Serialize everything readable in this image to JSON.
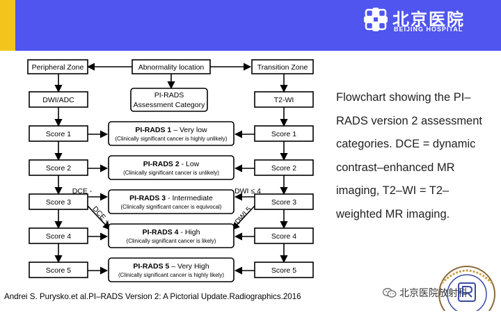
{
  "header": {
    "logo_cn": "北京医院",
    "logo_en": "BEIJING HOSPITAL",
    "icon": "hospital-cross-logo-icon",
    "band_color": "#4f55ee",
    "accent_color": "#f3c51c"
  },
  "flowchart": {
    "peripheral_zone": "Peripheral Zone",
    "abnormality_location": "Abnormality location",
    "transition_zone": "Transition Zone",
    "dwi_adc": "DWI/ADC",
    "t2wi": "T2-WI",
    "assessment_category": [
      "PI-RADS",
      "Assessment Category"
    ],
    "left_scores": [
      "Score 1",
      "Score 2",
      "Score 3",
      "Score 4",
      "Score 5"
    ],
    "right_scores": [
      "Score 1",
      "Score 2",
      "Score 3",
      "Score 4",
      "Score 5"
    ],
    "categories": [
      {
        "name": "PI-RADS 1",
        "level": " – Very low",
        "desc": "(Clinically significant cancer is highly unlikely)"
      },
      {
        "name": "PI-RADS 2",
        "level": " - Low",
        "desc": "(Clinically significant cancer is unlikely)"
      },
      {
        "name": "PI-RADS 3",
        "level": " - Intermediate",
        "desc": "(Clinically significant cancer is equivocal)"
      },
      {
        "name": "PI-RADS 4",
        "level": " - High",
        "desc": "(Clinically significant cancer is likely)"
      },
      {
        "name": "PI-RADS 5",
        "level": " – Very High",
        "desc": "(Clinically significant cancer is highly likely)"
      }
    ],
    "edge_labels": {
      "dce_minus": "DCE -",
      "dce_plus": "DCE +",
      "dwi_le4": "DWI ≤ 4",
      "dwi5": "DWI 5"
    }
  },
  "caption": "Flowchart showing the PI–RADS version 2 assessment categories. DCE = dynamic contrast–enhanced MR imaging, T2–WI = T2–weighted MR imaging.",
  "citation": "Andrei S. Purysko.et al.PI–RADS Version 2: A Pictorial Update.Radiographics.2016",
  "watermark": {
    "text": "北京医院放射科",
    "icon": "wechat-icon",
    "seal_icon": "hospital-seal-icon"
  }
}
